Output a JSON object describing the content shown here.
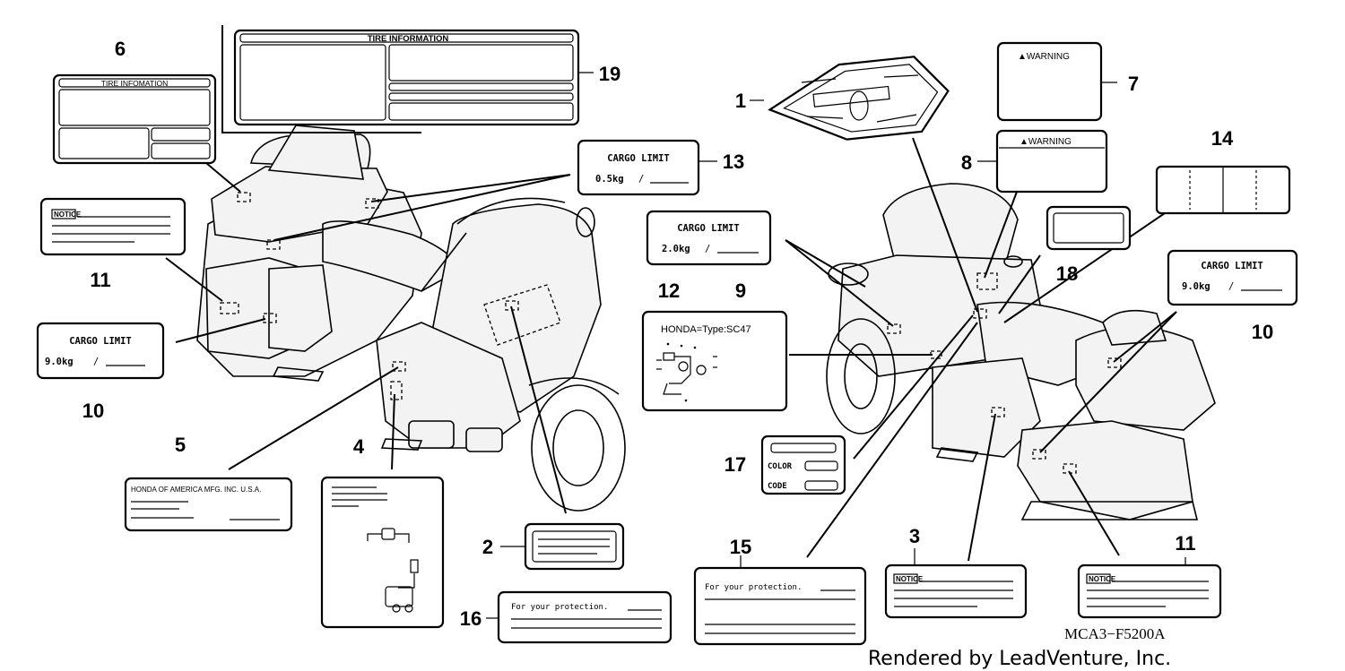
{
  "diagram": {
    "code": "MCA3−F5200A",
    "credit": "Rendered by LeadVenture, Inc.",
    "callouts": {
      "c1": "1",
      "c2": "2",
      "c3": "3",
      "c4": "4",
      "c5": "5",
      "c6": "6",
      "c7": "7",
      "c8": "8",
      "c9": "9",
      "c10a": "10",
      "c10b": "10",
      "c11a": "11",
      "c11b": "11",
      "c12": "12",
      "c13": "13",
      "c14": "14",
      "c15": "15",
      "c16": "16",
      "c17": "17",
      "c18": "18",
      "c19": "19"
    },
    "labels": {
      "tire_info_19": "TIRE INFORMATION",
      "tire_info_6": "TIRE INFOMATION",
      "warning_7": "▲WARNING",
      "warning_8": "▲WARNING",
      "cargo_13_title": "CARGO LIMIT",
      "cargo_13_value": "0.5kg",
      "cargo_12_title": "CARGO LIMIT",
      "cargo_12_value": "2.0kg",
      "cargo_10a_title": "CARGO LIMIT",
      "cargo_10a_value": "9.0kg",
      "cargo_10b_title": "CARGO LIMIT",
      "cargo_10b_value": "9.0kg",
      "notice_11a": "NOTICE",
      "notice_11b": "NOTICE",
      "notice_3": "NOTICE",
      "honda_9": "HONDA=Type:SC47",
      "honda_5": "HONDA OF AMERICA MFG. INC. U.S.A.",
      "protect_16": "For your protection.",
      "protect_15": "For your protection.",
      "color_17": "COLOR",
      "code_17": "CODE",
      "slash": "/"
    }
  }
}
